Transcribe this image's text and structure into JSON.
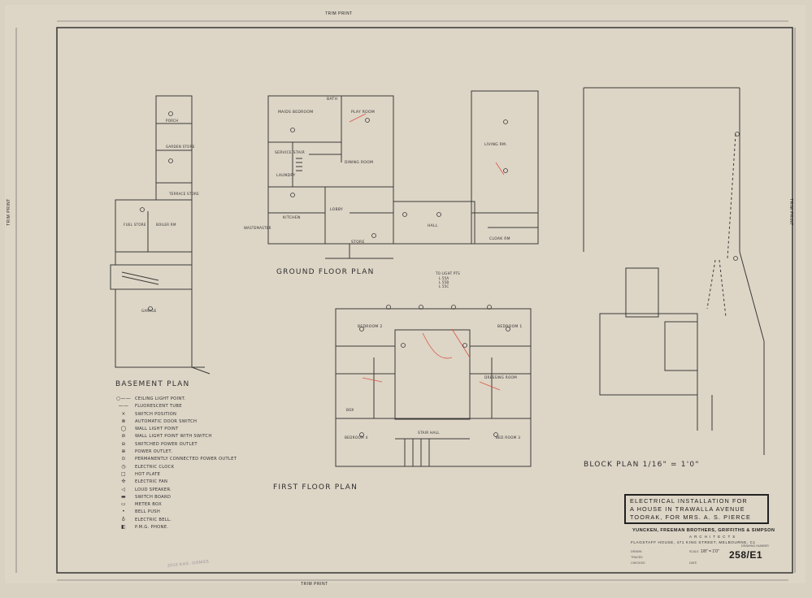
{
  "trim_print": "TRIM PRINT",
  "plans": {
    "basement": "BASEMENT PLAN",
    "ground": "GROUND FLOOR PLAN",
    "first": "FIRST FLOOR PLAN",
    "block": "BLOCK PLAN 1/16\" = 1'0\""
  },
  "rooms": {
    "maids_bedroom": "MAIDS BEDROOM",
    "bath": "BATH",
    "play_room": "PLAY ROOM",
    "service_stair": "SERVICE STAIR",
    "laundry": "LAUNDRY",
    "dining_room": "DINING ROOM",
    "kitchen": "KITCHEN",
    "lobby": "LOBBY",
    "store": "STORE",
    "hall": "HALL",
    "cloak_rm": "CLOAK RM",
    "living_rm": "LIVING RM.",
    "porch": "PORCH",
    "garden_store": "GARDEN STORE",
    "terrace_store": "TERRACE STORE",
    "fuel_store": "FUEL STORE",
    "boiler_rm": "BOILER RM",
    "garage": "GARAGE",
    "bedroom_2": "BEDROOM 2",
    "bedroom_1": "BEDROOM 1",
    "dressing_room": "DRESSING ROOM",
    "bedroom_4": "BEDROOM 4",
    "bed_room_3": "BED ROOM 3",
    "stair_hall": "STAIR HALL",
    "box": "BOX",
    "wastemaster": "WASTEMASTER"
  },
  "notes": {
    "to_light_pts": "TO LIGHT PTS",
    "light_list": [
      "L 55A",
      "L 55B",
      "L 55C"
    ]
  },
  "legend": [
    {
      "icon": "ceiling-light-point",
      "label": "CEILING LIGHT POINT."
    },
    {
      "icon": "fluorescent-tube",
      "label": "FLUORESCENT TUBE"
    },
    {
      "icon": "switch-position",
      "label": "SWITCH POSITION"
    },
    {
      "icon": "automatic-door-switch",
      "label": "AUTOMATIC DOOR SWITCH"
    },
    {
      "icon": "wall-light-point",
      "label": "WALL LIGHT POINT"
    },
    {
      "icon": "wall-light-point-with-switch",
      "label": "WALL LIGHT POINT WITH SWITCH"
    },
    {
      "icon": "switched-power-outlet",
      "label": "SWITCHED POWER OUTLET"
    },
    {
      "icon": "power-outlet",
      "label": "POWER OUTLET."
    },
    {
      "icon": "permanently-connected-power-outlet",
      "label": "PERMANENTLY CONNECTED POWER OUTLET"
    },
    {
      "icon": "electric-clock",
      "label": "ELECTRIC CLOCK"
    },
    {
      "icon": "hot-plate",
      "label": "HOT PLATE"
    },
    {
      "icon": "electric-fan",
      "label": "ELECTRIC FAN"
    },
    {
      "icon": "loud-speaker",
      "label": "LOUD SPEAKER."
    },
    {
      "icon": "switch-board",
      "label": "SWITCH BOARD"
    },
    {
      "icon": "meter-box",
      "label": "METER BOX"
    },
    {
      "icon": "bell-push",
      "label": "BELL PUSH"
    },
    {
      "icon": "electric-bell",
      "label": "ELECTRIC BELL."
    },
    {
      "icon": "pmg-phone",
      "label": "P.M.G. PHONE."
    }
  ],
  "title_block": {
    "line1": "ELECTRICAL INSTALLATION FOR",
    "line2": "A HOUSE IN TRAWALLA AVENUE",
    "line3": "TOORAK, FOR MRS. A. S. PIERCE",
    "firm": "YUNCKEN, FREEMAN BROTHERS, GRIFFITHS & SIMPSON",
    "architects": "ARCHITECTS",
    "address": "FLAGSTAFF HOUSE, 471 KING STREET, MELBOURNE, C1",
    "drawn_label": "DRAWN",
    "traced_label": "TRACED",
    "checked_label": "CHECKED",
    "scale_label": "SCALE",
    "scale_value": "1/8\" = 1'0\"",
    "date_label": "DATE",
    "drawing_number_label": "DRAWING NUMBER",
    "drawing_number": "258/E1"
  },
  "stamp": "2010 KAS. OOMSS",
  "colors": {
    "paper": "#ddd5c6",
    "pencil": "#3a3a3a",
    "red_pencil": "#d9574a",
    "ink": "#1e1e1e"
  }
}
